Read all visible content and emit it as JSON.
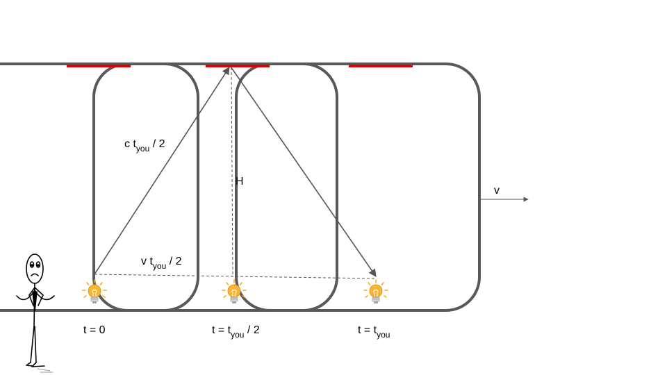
{
  "labels": {
    "hyp_main": "c t",
    "hyp_sub": "you",
    "hyp_tail": " / 2",
    "height": "H",
    "base_main": "v t",
    "base_sub": "you",
    "base_tail": " / 2",
    "velocity": "v",
    "t0": "t = 0",
    "thalf_main": "t = t",
    "thalf_sub": "you",
    "thalf_tail": " / 2",
    "tfull_main": "t = t",
    "tfull_sub": "you"
  },
  "colors": {
    "frame": "#595959",
    "mirror": "#e00000",
    "ray": "#555555",
    "bulb": "#f5a623"
  },
  "icons": {
    "bulb": "lightbulb-icon",
    "observer": "stick-figure-icon"
  }
}
